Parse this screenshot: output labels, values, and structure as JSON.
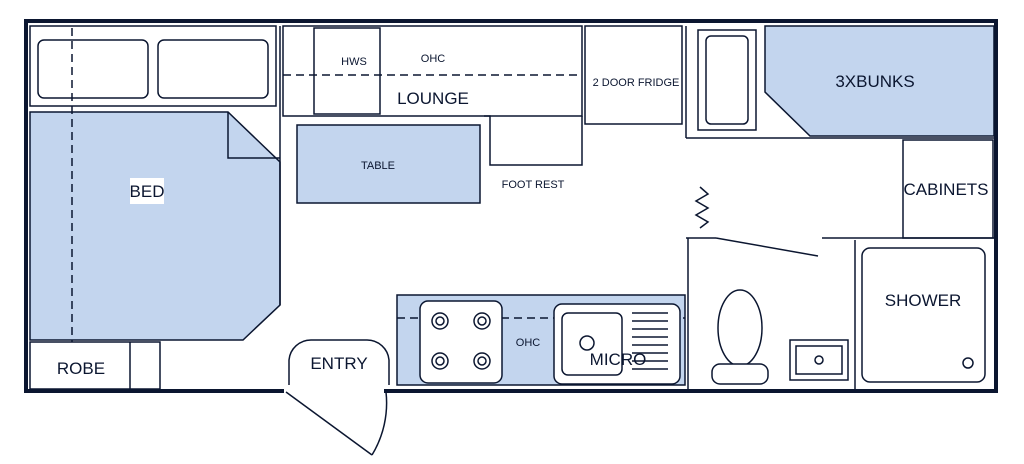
{
  "labels": {
    "bed": "BED",
    "robe": "ROBE",
    "entry": "ENTRY",
    "hws": "HWS",
    "ohc_top": "OHC",
    "lounge": "LOUNGE",
    "table": "TABLE",
    "foot_rest": "FOOT REST",
    "fridge": "2 DOOR FRIDGE",
    "bunks": "3XBUNKS",
    "cabinets": "CABINETS",
    "shower": "SHOWER",
    "ohc_kitchen": "OHC",
    "micro": "MICRO"
  },
  "colors": {
    "fill": "#c3d5ee",
    "line": "#0b1630"
  }
}
